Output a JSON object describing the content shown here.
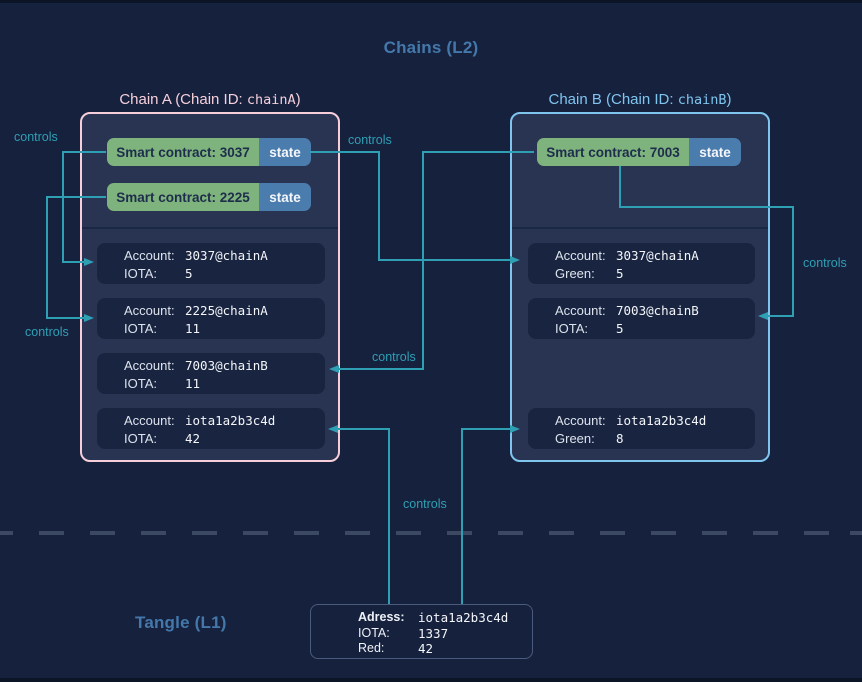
{
  "l2": {
    "title": "Chains (L2)",
    "chain_a": {
      "title_prefix": "Chain A (Chain ID: ",
      "chain_id": "chainA",
      "title_suffix": ")",
      "smart_contracts": [
        {
          "label": "Smart contract: 3037",
          "state": "state"
        },
        {
          "label": "Smart contract: 2225",
          "state": "state"
        }
      ],
      "accounts": [
        {
          "name_label": "Account:",
          "name": "3037@chainA",
          "asset_label": "IOTA:",
          "amount": "5"
        },
        {
          "name_label": "Account:",
          "name": "2225@chainA",
          "asset_label": "IOTA:",
          "amount": "11"
        },
        {
          "name_label": "Account:",
          "name": "7003@chainB",
          "asset_label": "IOTA:",
          "amount": "11"
        },
        {
          "name_label": "Account:",
          "name": "iota1a2b3c4d",
          "asset_label": "IOTA:",
          "amount": "42"
        }
      ]
    },
    "chain_b": {
      "title_prefix": "Chain B (Chain ID: ",
      "chain_id": "chainB",
      "title_suffix": ")",
      "smart_contracts": [
        {
          "label": "Smart contract: 7003",
          "state": "state"
        }
      ],
      "accounts": [
        {
          "name_label": "Account:",
          "name": "3037@chainA",
          "asset_label": "Green:",
          "amount": "5"
        },
        {
          "name_label": "Account:",
          "name": "7003@chainB",
          "asset_label": "IOTA:",
          "amount": "5"
        },
        {
          "name_label": "Account:",
          "name": "iota1a2b3c4d",
          "asset_label": "Green:",
          "amount": "8"
        }
      ]
    }
  },
  "l1": {
    "title": "Tangle (L1)",
    "address_box": {
      "rows": [
        {
          "label": "Adress:",
          "value": "iota1a2b3c4d"
        },
        {
          "label": "IOTA:",
          "value": "1337"
        },
        {
          "label": "Red:",
          "value": "42"
        }
      ]
    }
  },
  "labels": {
    "controls": "controls"
  },
  "colors": {
    "background": "#16213e",
    "panel": "#293453",
    "account_row": "#182440",
    "chain_a_border": "#f6cfda",
    "chain_b_border": "#7fc5ee",
    "smart_contract_green": "#7eb37d",
    "state_blue": "#4a7dae",
    "connector_teal": "#2f9fb4",
    "section_title_blue": "#4478ab",
    "dash_separator": "#3c4963"
  }
}
